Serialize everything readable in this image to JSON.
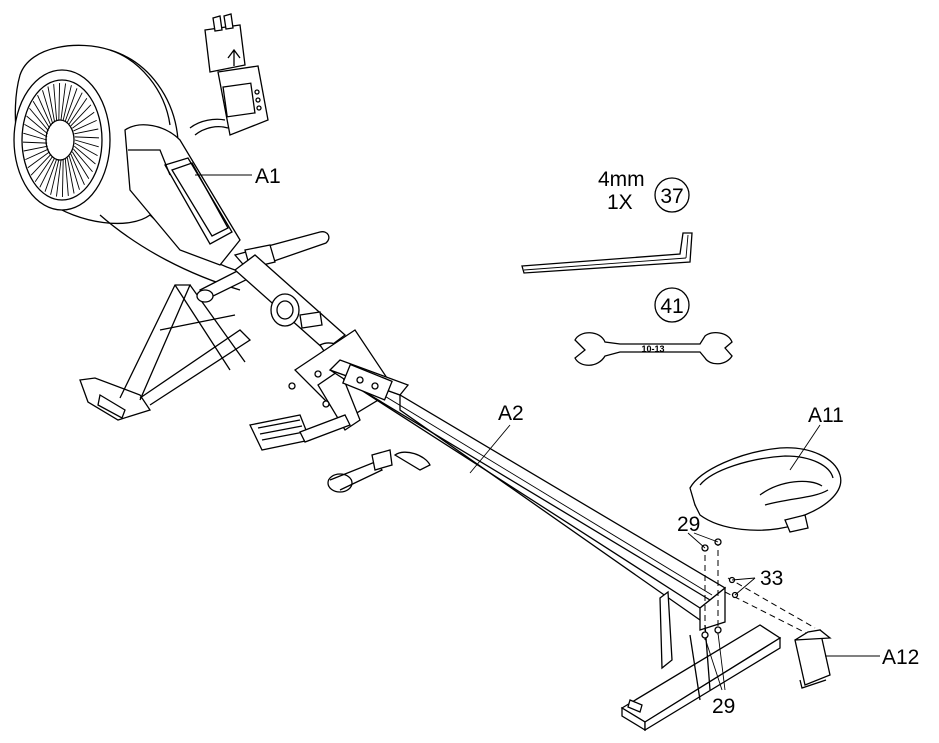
{
  "labels": {
    "a1": "A1",
    "a2": "A2",
    "a11": "A11",
    "a12": "A12",
    "p29_top": "29",
    "p29_bottom": "29",
    "p33": "33"
  },
  "tools": {
    "allen_size": "4mm",
    "allen_qty": "1X",
    "allen_part": "37",
    "wrench_part": "41",
    "wrench_text": "10-13"
  }
}
